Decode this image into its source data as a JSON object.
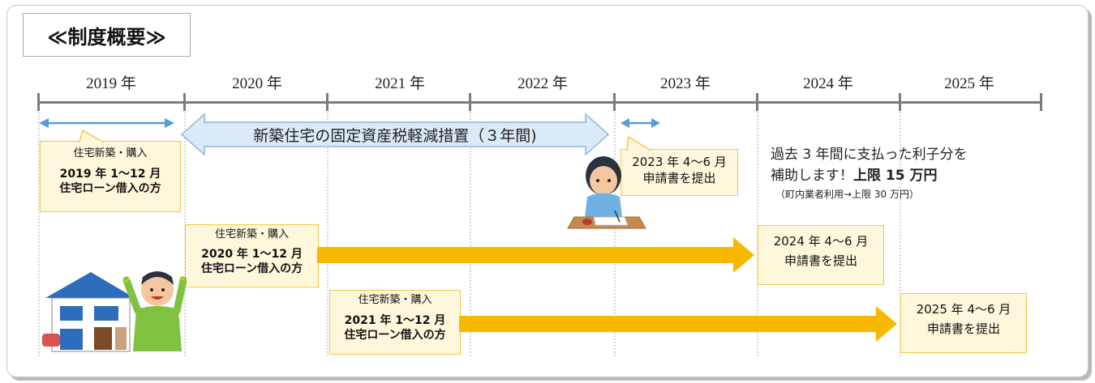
{
  "title": "≪制度概要≫",
  "years": [
    "2019 年",
    "2020 年",
    "2021 年",
    "2022 年",
    "2023 年",
    "2024 年",
    "2025 年"
  ],
  "tax_relief_label": "新築住宅の固定資産税軽減措置（３年間)",
  "purchase_2019": {
    "line1": "住宅新築・購入",
    "line2": "2019 年 1～12 月",
    "line3": "住宅ローン借入の方"
  },
  "purchase_2020": {
    "line1": "住宅新築・購入",
    "line2": "2020 年 1～12 月",
    "line3": "住宅ローン借入の方"
  },
  "purchase_2021": {
    "line1": "住宅新築・購入",
    "line2": "2021 年 1～12 月",
    "line3": "住宅ローン借入の方"
  },
  "apply_2023": {
    "line1": "2023 年 4～6 月",
    "line2": "申請書を提出"
  },
  "apply_2024": {
    "line1": "2024 年 4～6 月",
    "line2": "申請書を提出"
  },
  "apply_2025": {
    "line1": "2025 年 4～6 月",
    "line2": "申請書を提出"
  },
  "subsidy_note": {
    "line1": "過去 3 年間に支払った利子分を",
    "line2_prefix": "補助します！",
    "line2_bold": "上限 15 万円",
    "line3": "（町内業者利用→上限 30 万円）"
  },
  "colors": {
    "blue_arrow": "#5b9bd5",
    "yellow_arrow": "#f7b800",
    "callout_fill": "#fff7dc",
    "callout_border": "#f2c94c",
    "tax_arrow_fill": "#dce9f7"
  }
}
